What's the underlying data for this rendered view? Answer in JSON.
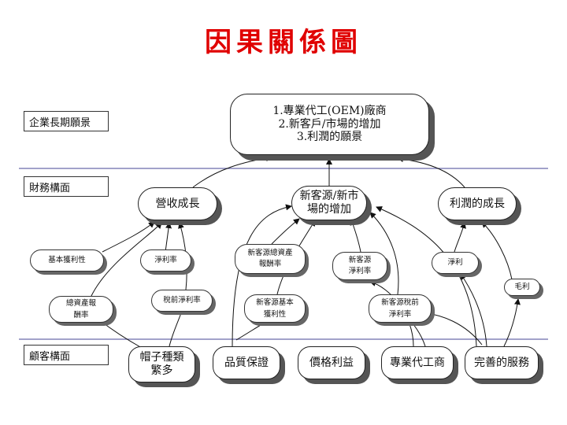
{
  "title": "因果關係圖",
  "layers": {
    "vision": "企業長期願景",
    "finance": "財務構面",
    "customer": "顧客構面"
  },
  "goal": {
    "line1": "1.專業代工(OEM)廠商",
    "line2": "2.新客戶/市場的增加",
    "line3": "3.利潤的願景"
  },
  "finance_nodes": {
    "revenue_growth": "營收成長",
    "new_market": "新客源/新市\n場的增加",
    "profit_growth": "利潤的成長"
  },
  "indicators": {
    "basic_profitability": "基本獲利性",
    "net_margin": "淨利率",
    "new_asset_return": "新客源總資產\n報酬率",
    "new_net_margin": "新客源\n淨利率",
    "net_profit": "淨利",
    "gross_profit": "毛利",
    "asset_turnover": "總資產報\n酬率",
    "pretax_margin": "稅前淨利率",
    "new_basic_profitability": "新客源基本\n獲利性",
    "new_pretax_margin": "新客源稅前\n淨利率"
  },
  "customer_nodes": {
    "hat_variety": "帽子種類\n繁多",
    "quality": "品質保證",
    "price": "價格利益",
    "oem": "專業代工商",
    "service": "完善的服務"
  },
  "colors": {
    "title": "#e00000",
    "divider": "#6a6aaa"
  }
}
